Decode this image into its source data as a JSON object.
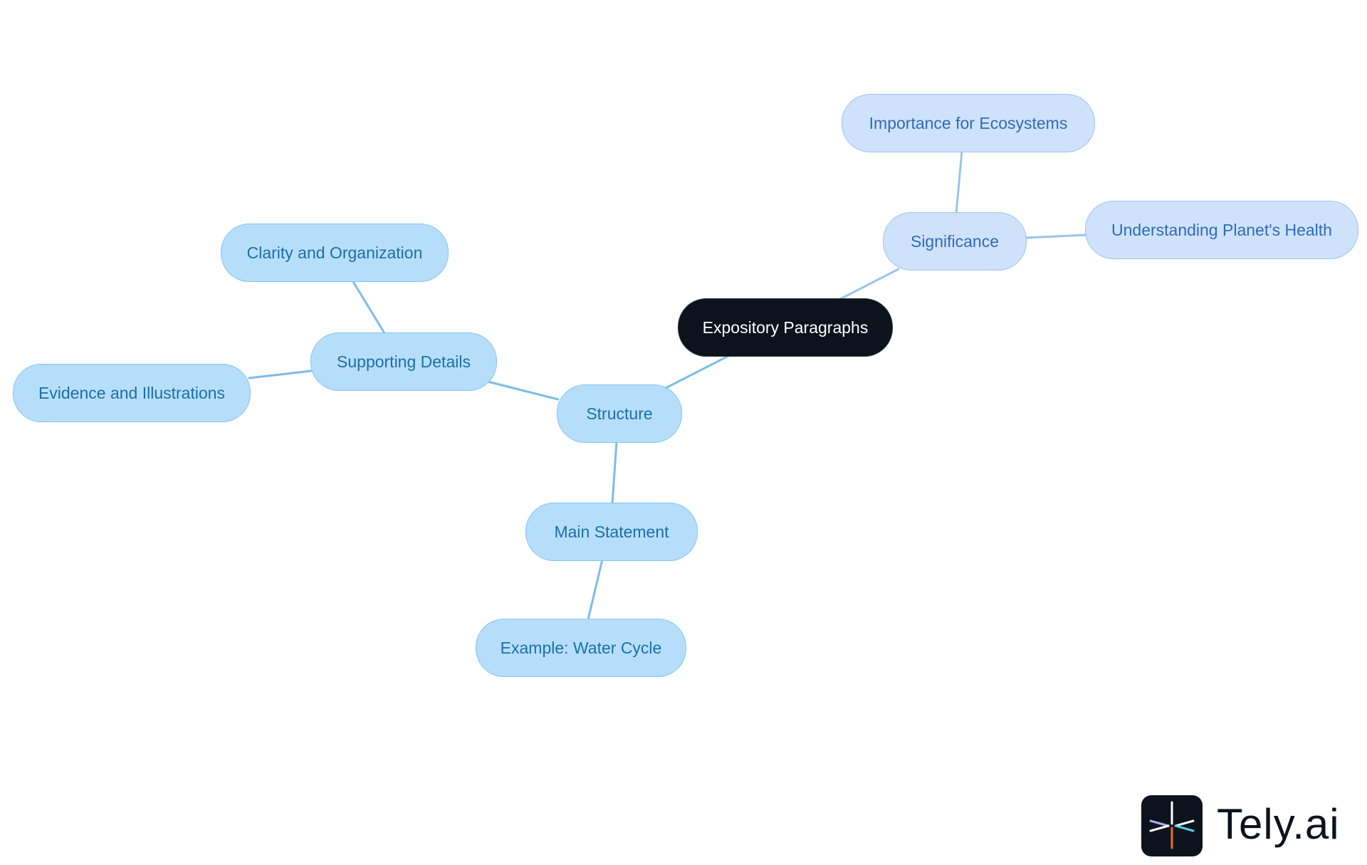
{
  "diagram": {
    "root": {
      "label": "Expository Paragraphs"
    },
    "structure": {
      "label": "Structure",
      "supporting_details": {
        "label": "Supporting Details",
        "children": [
          "Clarity and Organization",
          "Evidence and Illustrations"
        ]
      },
      "main_statement": {
        "label": "Main Statement",
        "children": [
          "Example: Water Cycle"
        ]
      }
    },
    "significance": {
      "label": "Significance",
      "children": [
        "Importance for Ecosystems",
        "Understanding Planet's Health"
      ]
    }
  },
  "colors": {
    "root_fill": "#0d131c",
    "branch_fill": "#b6defb",
    "branch_text": "#1b6fa8",
    "significance_fill": "#cfe2fb",
    "connector": "#7bbde9"
  },
  "logo": {
    "text": "Tely.ai"
  }
}
